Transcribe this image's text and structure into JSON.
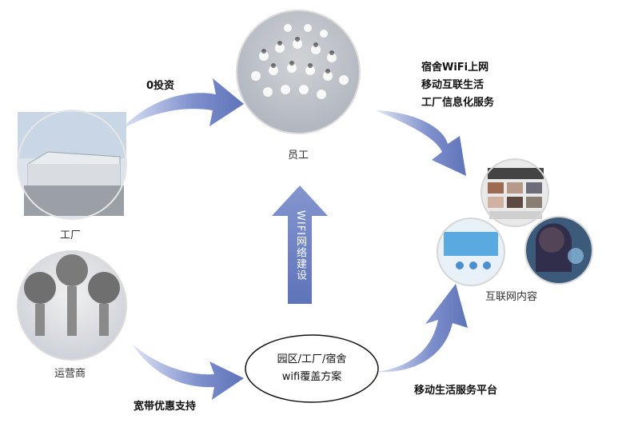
{
  "nodes": {
    "factory": "工厂",
    "employees": "员工",
    "operators": "运营商",
    "internet_content": "互联网内容"
  },
  "edges": {
    "zero_investment": "0投资",
    "employee_services": [
      "宿舍WiFi上网",
      "移动互联生活",
      "工厂信息化服务"
    ],
    "broadband_support": "宽带优惠支持",
    "mobile_platform": "移动生活服务平台",
    "wifi_build": "WIFI网络建设"
  },
  "center": {
    "line1": "园区/工厂/宿舍",
    "line2": "wifi覆盖方案"
  },
  "colors": {
    "arrow_fill": "#6b7fbf",
    "arrow_light": "#c9d1ee",
    "outline": "#111111"
  }
}
